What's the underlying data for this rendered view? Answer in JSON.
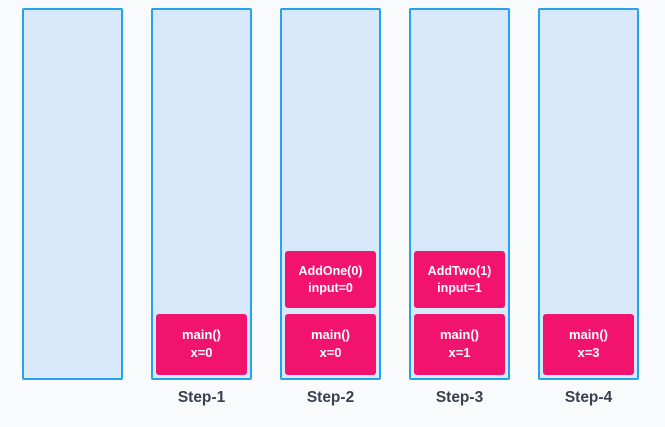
{
  "theme": {
    "page-bg": "#f8fafc",
    "column-fill": "#d6e8fa",
    "column-border": "#23a3e8",
    "frame-fill": "#f1136e",
    "frame-text": "#ffffff",
    "label-color": "#39414f"
  },
  "diagram": {
    "columns": [
      {
        "label": "",
        "frames": []
      },
      {
        "label": "Step-1",
        "frames": [
          {
            "line1": "main()",
            "line2": "x=0"
          }
        ]
      },
      {
        "label": "Step-2",
        "frames": [
          {
            "line1": "AddOne(0)",
            "line2": "input=0"
          },
          {
            "line1": "main()",
            "line2": "x=0"
          }
        ]
      },
      {
        "label": "Step-3",
        "frames": [
          {
            "line1": "AddTwo(1)",
            "line2": "input=1"
          },
          {
            "line1": "main()",
            "line2": "x=1"
          }
        ]
      },
      {
        "label": "Step-4",
        "frames": [
          {
            "line1": "main()",
            "line2": "x=3"
          }
        ]
      }
    ]
  }
}
